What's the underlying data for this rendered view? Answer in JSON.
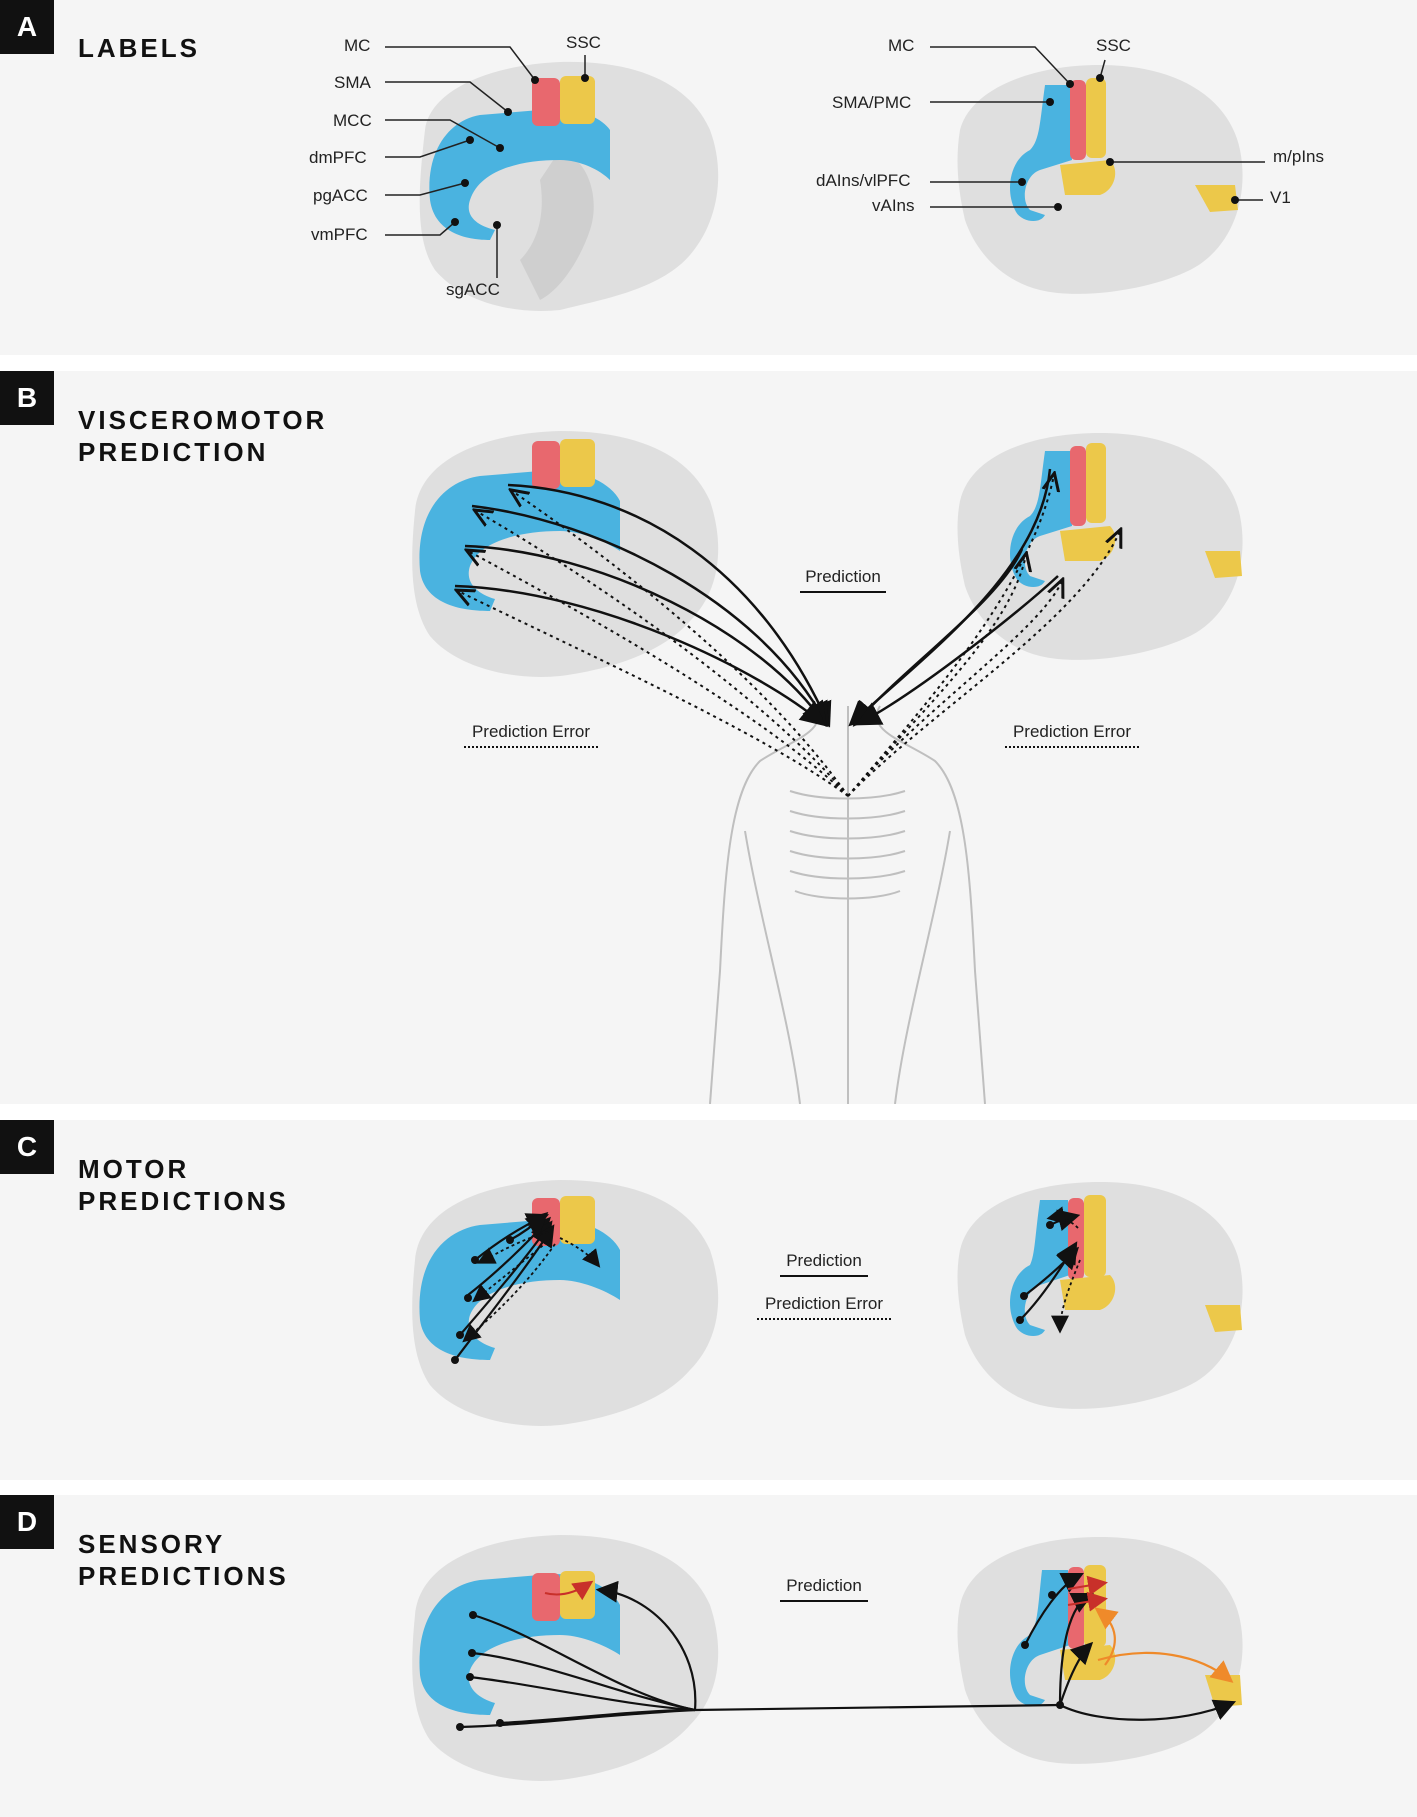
{
  "panels": {
    "a": {
      "letter": "A",
      "title_line1": "LABELS",
      "title_line2": ""
    },
    "b": {
      "letter": "B",
      "title_line1": "VISCEROMOTOR",
      "title_line2": "PREDICTION"
    },
    "c": {
      "letter": "C",
      "title_line1": "MOTOR",
      "title_line2": "PREDICTIONS"
    },
    "d": {
      "letter": "D",
      "title_line1": "SENSORY",
      "title_line2": "PREDICTIONS"
    }
  },
  "labels_medial": {
    "mc": "MC",
    "ssc": "SSC",
    "sma": "SMA",
    "mcc": "MCC",
    "dmpfc": "dmPFC",
    "pgacc": "pgACC",
    "vmpfc": "vmPFC",
    "sgacc": "sgACC"
  },
  "labels_lateral": {
    "mc": "MC",
    "ssc": "SSC",
    "sma_pmc": "SMA/PMC",
    "dains_vlpfc": "dAIns/vlPFC",
    "vains": "vAIns",
    "m_pins": "m/pIns",
    "v1": "V1"
  },
  "legend": {
    "prediction": "Prediction",
    "prediction_error": "Prediction Error"
  },
  "colors": {
    "blue": "#4ab3e0",
    "red": "#e8686e",
    "yellow": "#ecc84a",
    "brain": "#d9d9d9",
    "background": "#f5f5f5",
    "arrow_red": "#c8302a",
    "arrow_orange": "#ef8a2a"
  }
}
